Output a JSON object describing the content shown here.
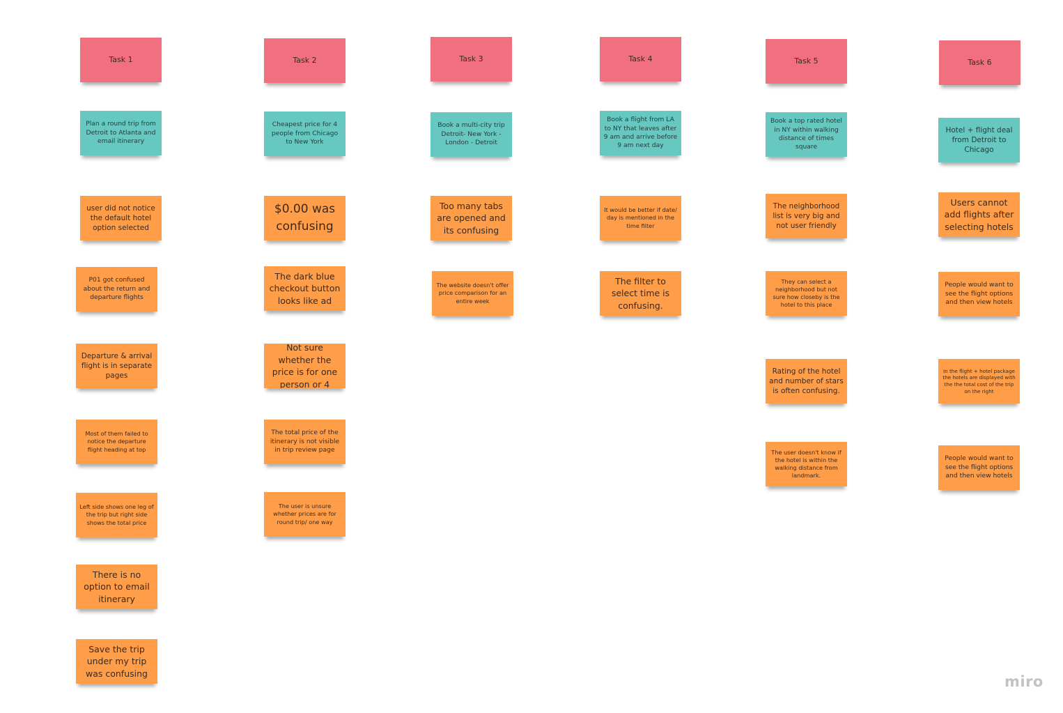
{
  "tasks": [
    {
      "title": "Task 1",
      "description": "Plan a round trip from Detroit to Atlanta and email itinerary",
      "notes": [
        "user did not notice the default hotel option selected",
        "P01 got confused about the return and departure flights",
        "Departure & arrival flight is in separate pages",
        "Most of them failed to notice the departure flight heading at top",
        "Left side shows one leg of the trip but right side shows the total price",
        "There is no option to email itinerary",
        "Save the trip under my trip was confusing"
      ]
    },
    {
      "title": "Task 2",
      "description": "Cheapest price for 4 people from Chicago to New York",
      "notes": [
        "$0.00 was confusing",
        "The dark blue checkout button looks like ad",
        "Not sure whether the price is for one person or 4",
        "The total price of the itinerary is not visible in trip review page",
        "The user is unsure whether prices are for round trip/ one way"
      ]
    },
    {
      "title": "Task 3",
      "description": "Book a multi-city trip Detroit- New York - London - Detroit",
      "notes": [
        "Too many tabs are opened and its confusing",
        "The website doesn't offer price comparison for an entire week"
      ]
    },
    {
      "title": "Task 4",
      "description": "Book a flight from LA to NY that leaves after 9 am and arrive before 9 am next day",
      "notes": [
        "It would be better if date/ day is mentioned in the time filter",
        "The filter to select time is confusing."
      ]
    },
    {
      "title": "Task 5",
      "description": "Book a top rated hotel in NY within walking distance of times square",
      "notes": [
        "The neighborhood list is very big and not user friendly",
        "They can select a neighborhood but not sure how closeby is the hotel to this place",
        "Rating of the hotel and number of stars is often confusing.",
        "The user doesn't know if the hotel is within the walking distance from landmark."
      ]
    },
    {
      "title": "Task 6",
      "description": "Hotel + flight deal from  Detroit to Chicago",
      "notes": [
        "Users cannot add flights after selecting hotels",
        "People would want to see the flight options and then view hotels",
        "In the flight + hotel package the hotels are displayed with the the total cost of the trip on the right",
        "People would want to see the flight options and then view hotels"
      ]
    }
  ],
  "branding": {
    "logo_text": "miro"
  },
  "colors": {
    "task": "#f1707f",
    "description": "#67c8c1",
    "finding": "#ff9d48"
  }
}
